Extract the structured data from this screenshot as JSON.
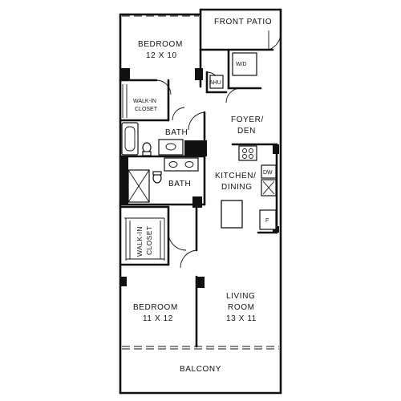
{
  "rooms": {
    "front_patio": "FRONT PATIO",
    "bedroom_1": "BEDROOM",
    "bedroom_1_dims": "12 X 10",
    "wd": "W/D",
    "ahu": "AHU",
    "walkin_closet_1a": "WALK-IN",
    "walkin_closet_1b": "CLOSET",
    "bath_1": "BATH",
    "foyer_a": "FOYER/",
    "foyer_b": "DEN",
    "kitchen_a": "KITCHEN/",
    "kitchen_b": "DINING",
    "dw": "DW",
    "fridge": "F",
    "bath_2": "BATH",
    "walkin_closet_2a": "WALK-IN",
    "walkin_closet_2b": "CLOSET",
    "bedroom_2": "BEDROOM",
    "bedroom_2_dims": "11 X 12",
    "living_a": "LIVING",
    "living_b": "ROOM",
    "living_dims": "13 X 11",
    "balcony": "BALCONY"
  }
}
